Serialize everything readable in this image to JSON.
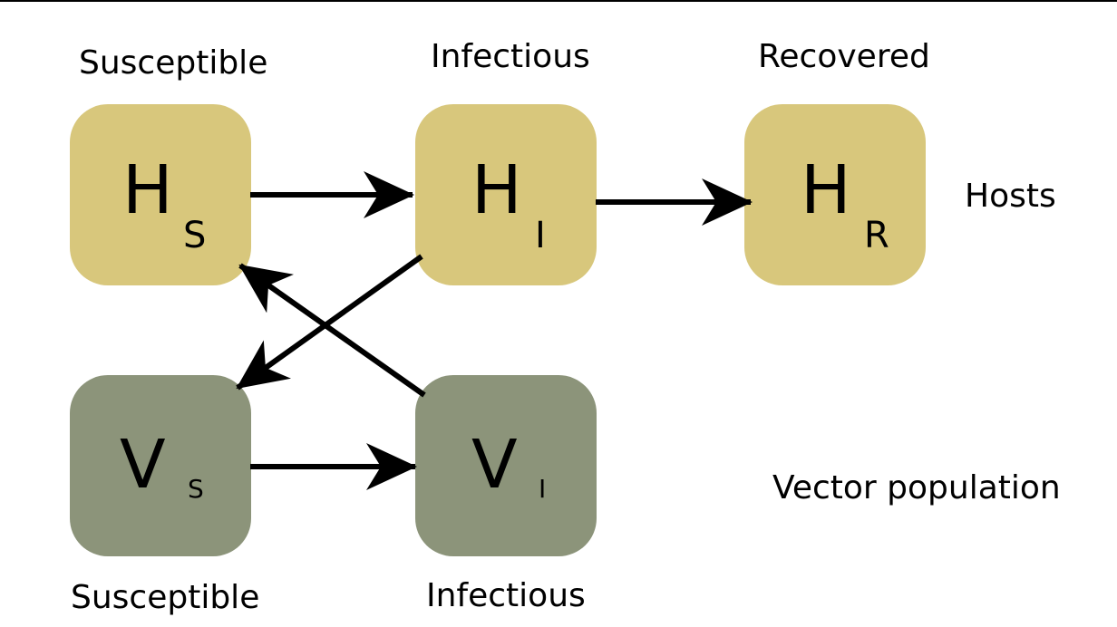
{
  "labels": {
    "host_susceptible": "Susceptible",
    "host_infectious": "Infectious",
    "host_recovered": "Recovered",
    "hosts": "Hosts",
    "vector_population": "Vector population",
    "vector_susceptible": "Susceptible",
    "vector_infectious": "Infectious"
  },
  "nodes": {
    "hs": {
      "main": "H",
      "sub": "S"
    },
    "hi": {
      "main": "H",
      "sub": "I"
    },
    "hr": {
      "main": "H",
      "sub": "R"
    },
    "vs": {
      "main": "V",
      "sub": "S"
    },
    "vi": {
      "main": "V",
      "sub": "I"
    }
  },
  "colors": {
    "host_fill": "#d8c77c",
    "vector_fill": "#8c947a",
    "arrow": "#000000"
  }
}
